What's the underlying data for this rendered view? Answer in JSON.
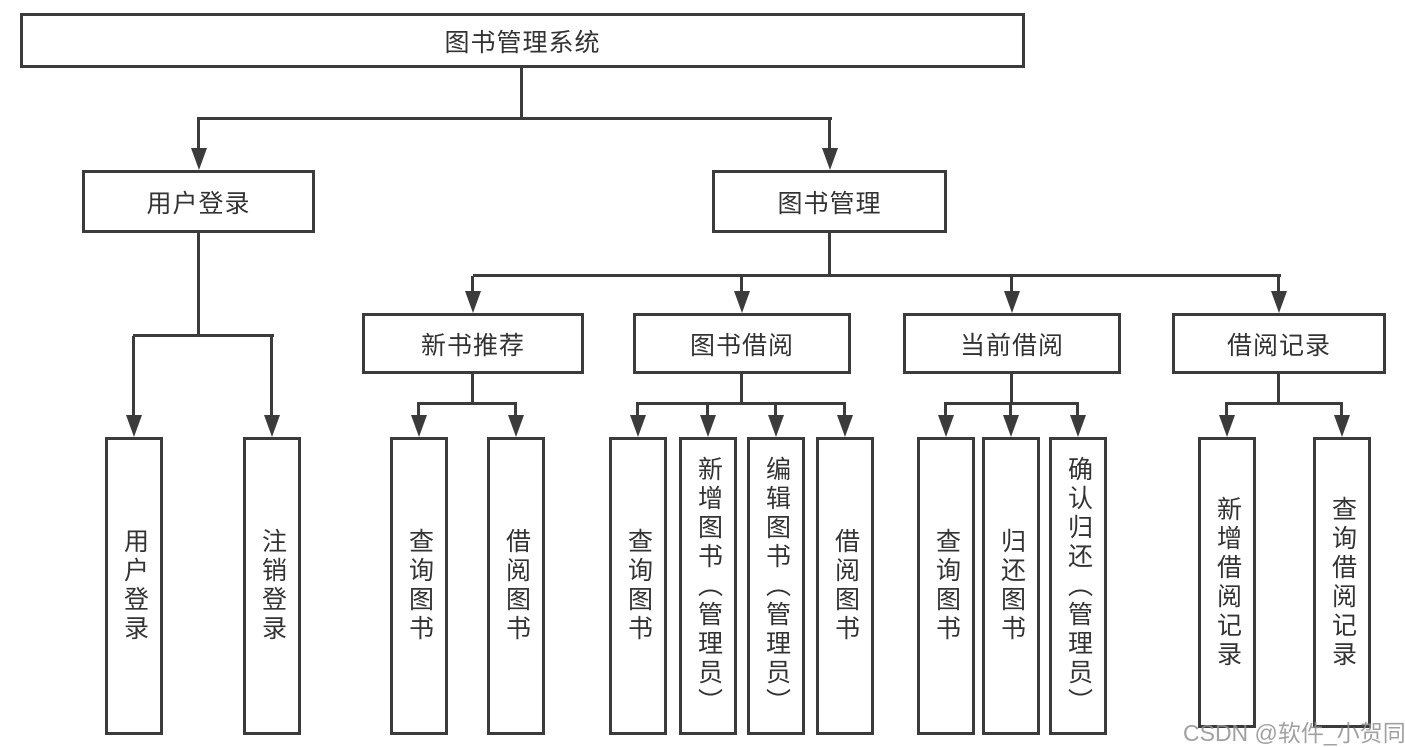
{
  "diagram_type": "tree",
  "title": "图书管理系统",
  "watermark": "CSDN @软件_小贺同学",
  "colors": {
    "line": "#3b3b3b",
    "text": "#333333",
    "box_background": "#ffffff",
    "page_background": "#ffffff",
    "watermark": "#919191"
  },
  "nodes": {
    "root": {
      "label": "图书管理系统"
    },
    "level2": [
      {
        "label": "用户登录",
        "parent": "图书管理系统"
      },
      {
        "label": "图书管理",
        "parent": "图书管理系统"
      }
    ],
    "level3": [
      {
        "label": "新书推荐",
        "parent": "图书管理"
      },
      {
        "label": "图书借阅",
        "parent": "图书管理"
      },
      {
        "label": "当前借阅",
        "parent": "图书管理"
      },
      {
        "label": "借阅记录",
        "parent": "图书管理"
      }
    ],
    "leaves": [
      {
        "label": "用户登录",
        "parent": "用户登录"
      },
      {
        "label": "注销登录",
        "parent": "用户登录"
      },
      {
        "label": "查询图书",
        "parent": "新书推荐"
      },
      {
        "label": "借阅图书",
        "parent": "新书推荐"
      },
      {
        "label": "查询图书",
        "parent": "图书借阅"
      },
      {
        "label": "新增图书（管理员）",
        "parent": "图书借阅"
      },
      {
        "label": "编辑图书（管理员）",
        "parent": "图书借阅"
      },
      {
        "label": "借阅图书",
        "parent": "图书借阅"
      },
      {
        "label": "查询图书",
        "parent": "当前借阅"
      },
      {
        "label": "归还图书",
        "parent": "当前借阅"
      },
      {
        "label": "确认归还（管理员）",
        "parent": "当前借阅"
      },
      {
        "label": "新增借阅记录",
        "parent": "借阅记录"
      },
      {
        "label": "查询借阅记录",
        "parent": "借阅记录"
      }
    ]
  }
}
